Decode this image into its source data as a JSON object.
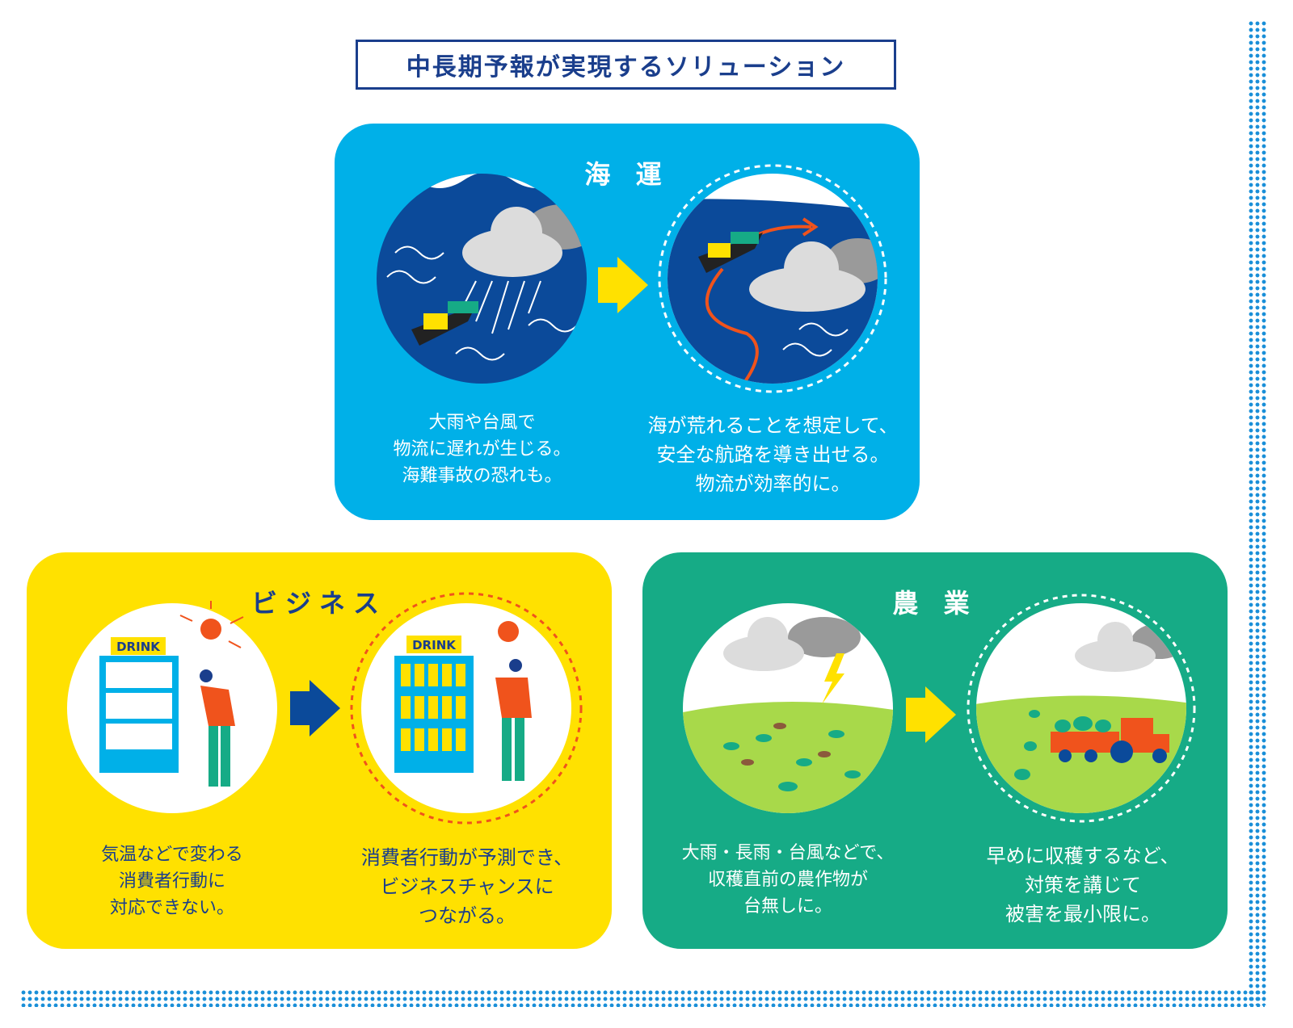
{
  "title": "中長期予報が実現するソリューション",
  "colors": {
    "sea": "#00b0e8",
    "business": "#ffe100",
    "agriculture": "#16ab86",
    "navy": "#1a3e8c"
  },
  "panels": {
    "shipping": {
      "title": "海 運",
      "before": [
        "大雨や台風で",
        "物流に遅れが生じる。",
        "海難事故の恐れも。"
      ],
      "after": [
        "海が荒れることを想定して、",
        "安全な航路を導き出せる。",
        "物流が効率的に。"
      ]
    },
    "business": {
      "title": "ビジネス",
      "sign": "DRINK",
      "before": [
        "気温などで変わる",
        "消費者行動に",
        "対応できない。"
      ],
      "after": [
        "消費者行動が予測でき、",
        "ビジネスチャンスに",
        "つながる。"
      ]
    },
    "agriculture": {
      "title": "農 業",
      "before": [
        "大雨・長雨・台風などで、",
        "収穫直前の農作物が",
        "台無しに。"
      ],
      "after": [
        "早めに収穫するなど、",
        "対策を講じて",
        "被害を最小限に。"
      ]
    }
  }
}
